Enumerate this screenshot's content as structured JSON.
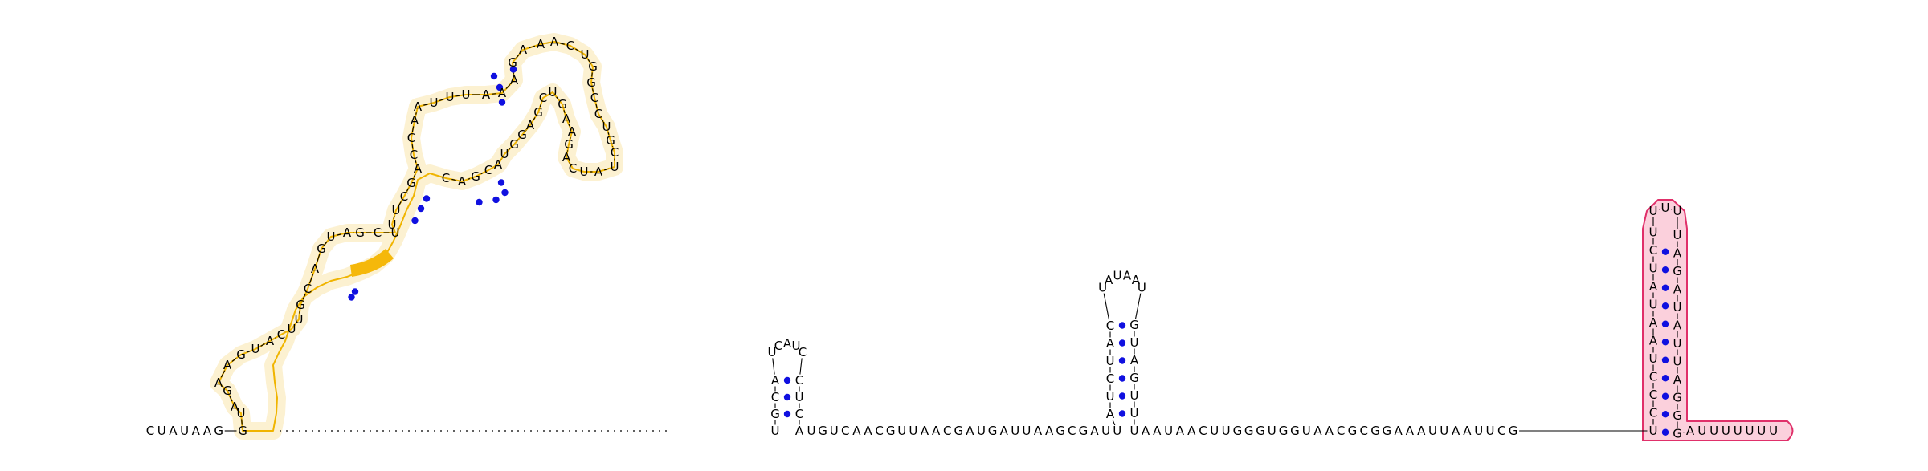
{
  "colors": {
    "pair_dot": "#1010e0",
    "domain_a_outline": "#f0b400",
    "domain_a_highlight": "#f5b80a",
    "domain_b_outline": "#e0306a",
    "domain_b_fill": "#fbd0dc"
  },
  "leader": [
    "C",
    "U",
    "A",
    "U",
    "A",
    "A",
    "G"
  ],
  "domain_a": {
    "bases": [
      "G",
      "U",
      "A",
      "G",
      "A",
      "A",
      "G",
      "U",
      "A",
      "C",
      "U",
      "U",
      "G",
      "C",
      "A",
      "G",
      "U",
      "A",
      "G",
      "C",
      "U",
      "U",
      "U",
      "C",
      "G",
      "A",
      "C",
      "C",
      "A",
      "A",
      "U",
      "U",
      "U",
      "A",
      "A",
      "A",
      "G",
      "A",
      "A",
      "A",
      "C",
      "U",
      "G",
      "G",
      "C",
      "C",
      "U",
      "G",
      "C",
      "U",
      "A",
      "U",
      "C",
      "A",
      "G",
      "A",
      "A",
      "G",
      "U",
      "C",
      "G",
      "A",
      "G",
      "G",
      "U",
      "A",
      "C",
      "G",
      "A",
      "C"
    ]
  },
  "stem1": {
    "left": [
      "U",
      "G",
      "C",
      "A"
    ],
    "loop": [
      "U",
      "C",
      "A",
      "U",
      "C"
    ],
    "right": [
      "C",
      "U",
      "C",
      "A"
    ]
  },
  "between": [
    "U",
    "G",
    "U",
    "C",
    "A",
    "A",
    "C",
    "G",
    "U",
    "U",
    "A",
    "A",
    "C",
    "G",
    "A",
    "U",
    "G",
    "A",
    "U",
    "U",
    "A",
    "A",
    "G",
    "C",
    "G",
    "A",
    "U",
    "U"
  ],
  "stem2": {
    "left": [
      "A",
      "U",
      "C",
      "U",
      "A",
      "C"
    ],
    "loop": [
      "U",
      "A",
      "U",
      "A",
      "A",
      "U"
    ],
    "right": [
      "G",
      "U",
      "A",
      "G",
      "U",
      "U",
      "U"
    ]
  },
  "after": [
    "A",
    "A",
    "U",
    "A",
    "A",
    "C",
    "U",
    "U",
    "G",
    "G",
    "G",
    "U",
    "G",
    "G",
    "U",
    "A",
    "A",
    "C",
    "G",
    "C",
    "G",
    "G",
    "A",
    "A",
    "A",
    "U",
    "U",
    "A",
    "A",
    "U",
    "U",
    "C",
    "G"
  ],
  "hairpin": {
    "left": [
      "U",
      "C",
      "C",
      "C",
      "U",
      "A",
      "A",
      "U",
      "A",
      "U",
      "C",
      "U"
    ],
    "loop": [
      "U",
      "U",
      "U"
    ],
    "right": [
      "U",
      "A",
      "G",
      "A",
      "U",
      "A",
      "U",
      "U",
      "A",
      "G",
      "G",
      "G"
    ]
  },
  "tail": [
    "A",
    "U",
    "U",
    "U",
    "U",
    "U",
    "U",
    "U"
  ]
}
